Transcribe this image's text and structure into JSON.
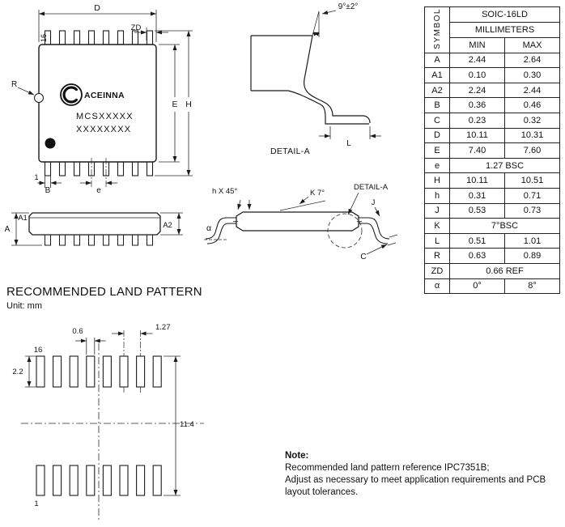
{
  "top_view": {
    "dim_d": "D",
    "dim_zd": "ZD",
    "dim_e": "E",
    "dim_h": "H",
    "dim_b": "B",
    "dim_pitch": "e",
    "dim_r": "R",
    "pin16_label": "16",
    "pin1_label": "1",
    "brand": "ACEINNA",
    "logo_letter": "C",
    "marking_line1": "MCSXXXXX",
    "marking_line2": "XXXXXXXX"
  },
  "side_view": {
    "dim_a": "A",
    "dim_a1": "A1",
    "dim_a2": "A2"
  },
  "detail_a": {
    "angle_label": "9°±2°",
    "caption": "DETAIL-A",
    "dim_l": "L"
  },
  "profile_view": {
    "chamfer_label": "h X 45°",
    "k_angle_label": "K 7°",
    "detail_callout": "DETAIL-A",
    "dim_j": "J",
    "alpha_label": "α",
    "dim_c": "C"
  },
  "dimensions_table": {
    "symbol_header": "SYMBOL",
    "title": "SOIC-16LD",
    "units": "MILLIMETERS",
    "min_header": "MIN",
    "max_header": "MAX",
    "rows": [
      {
        "symbol": "A",
        "min": "2.44",
        "max": "2.64"
      },
      {
        "symbol": "A1",
        "min": "0.10",
        "max": "0.30"
      },
      {
        "symbol": "A2",
        "min": "2.24",
        "max": "2.44"
      },
      {
        "symbol": "B",
        "min": "0.36",
        "max": "0.46"
      },
      {
        "symbol": "C",
        "min": "0.23",
        "max": "0.32"
      },
      {
        "symbol": "D",
        "min": "10.11",
        "max": "10.31"
      },
      {
        "symbol": "E",
        "min": "7.40",
        "max": "7.60"
      },
      {
        "symbol": "e",
        "span": "1.27 BSC"
      },
      {
        "symbol": "H",
        "min": "10.11",
        "max": "10.51"
      },
      {
        "symbol": "h",
        "min": "0.31",
        "max": "0.71"
      },
      {
        "symbol": "J",
        "min": "0.53",
        "max": "0.73"
      },
      {
        "symbol": "K",
        "span": "7°BSC"
      },
      {
        "symbol": "L",
        "min": "0.51",
        "max": "1.01"
      },
      {
        "symbol": "R",
        "min": "0.63",
        "max": "0.89"
      },
      {
        "symbol": "ZD",
        "span": "0.66 REF"
      },
      {
        "symbol": "α",
        "min": "0°",
        "max": "8°"
      }
    ]
  },
  "land_pattern": {
    "title": "RECOMMENDED LAND PATTERN",
    "unit_note": "Unit: mm",
    "dim_pad_width": "0.6",
    "dim_pitch": "1.27",
    "dim_pad_height": "2.2",
    "dim_row_span": "11.4",
    "pin16_label": "16",
    "pin1_label": "1"
  },
  "note": {
    "title": "Note:",
    "line1": "Recommended land pattern reference IPC7351B;",
    "line2": "Adjust as necessary to meet application requirements and PCB",
    "line3": "layout tolerances."
  }
}
